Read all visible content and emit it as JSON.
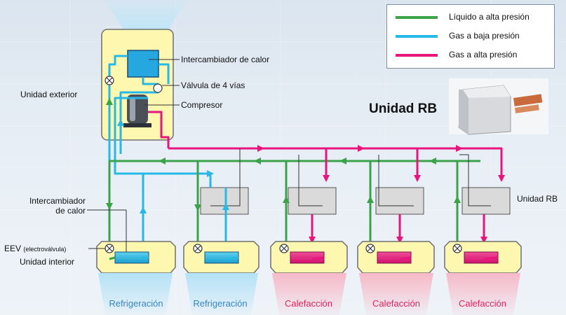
{
  "colors": {
    "liquid_high": "#3aa34a",
    "gas_low": "#26b8e6",
    "gas_high": "#e8157e",
    "unit_fill": "#fdf7b0",
    "rb_box": "#dadada"
  },
  "legend": [
    {
      "label": "Líquido a alta presión",
      "color": "#3aa34a"
    },
    {
      "label": "Gas a baja presión",
      "color": "#26b8e6"
    },
    {
      "label": "Gas a alta presión",
      "color": "#e8157e"
    }
  ],
  "outdoor": {
    "unit_label": "Unidad exterior",
    "heat_exchanger": "Intercambiador de calor",
    "valve": "Válvula de 4 vías",
    "compressor": "Compresor"
  },
  "rb": {
    "title": "Unidad RB",
    "side_label": "Unidad RB"
  },
  "indoor": {
    "heat_exchanger": "Intercambiador\nde calor",
    "eev_main": "EEV",
    "eev_detail": "(electroválvula)",
    "unit_label": "Unidad interior"
  },
  "units": [
    {
      "mode": "Refrigeración",
      "type": "cool"
    },
    {
      "mode": "Refrigeración",
      "type": "cool"
    },
    {
      "mode": "Calefacción",
      "type": "heat"
    },
    {
      "mode": "Calefacción",
      "type": "heat"
    },
    {
      "mode": "Calefacción",
      "type": "heat"
    }
  ]
}
